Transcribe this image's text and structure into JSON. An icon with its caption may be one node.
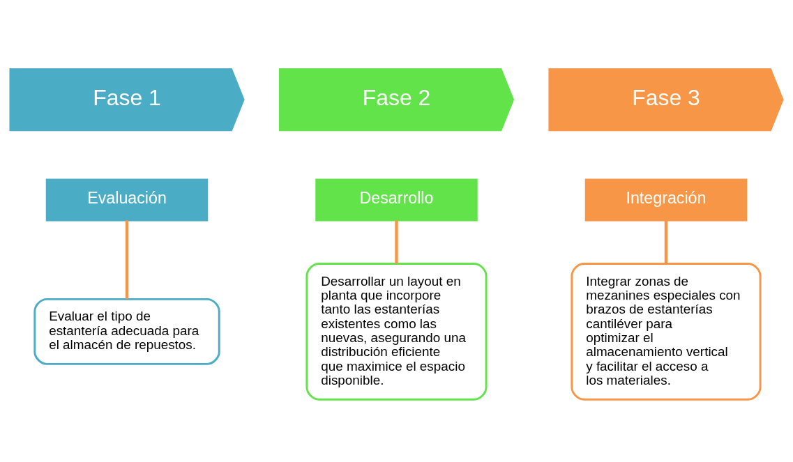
{
  "diagram": {
    "nodes": [
      {
        "text": [
          "Fase 1"
        ]
      },
      {
        "text": [
          "Fase 2"
        ]
      },
      {
        "text": [
          "Fase 3"
        ]
      },
      {
        "text": [
          "Evaluación"
        ]
      },
      {
        "text": [
          "Desarrollo"
        ]
      },
      {
        "text": [
          "Integración"
        ]
      },
      {
        "text": [
          "Evaluar el tipo de estantería adecuada para el almacén de repuestos."
        ]
      },
      {
        "text": [
          "Desarrollar un layout en planta que incorpore tanto las estanterías existentes como las nuevas, asegurando una distribución eficiente que maximice el espacio disponible."
        ]
      },
      {
        "text": [
          "Integrar zonas de mezanines especiales con brazos de estanterías cantiléver para optimizar el almacenamiento vertical y facilitar el acceso a los materiales."
        ]
      }
    ],
    "edges": [
      {
        "from": 3,
        "to": 6,
        "arrow": "none"
      },
      {
        "from": 4,
        "to": 7,
        "arrow": "none"
      },
      {
        "from": 5,
        "to": 8,
        "arrow": "none"
      }
    ]
  }
}
